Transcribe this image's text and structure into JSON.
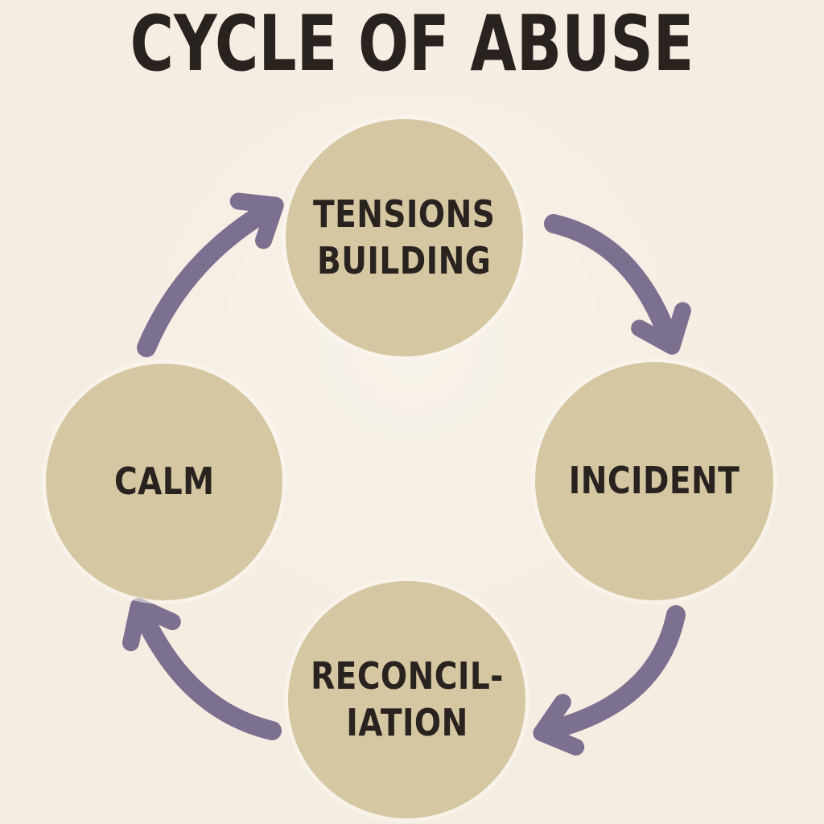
{
  "title": "CYCLE OF ABUSE",
  "diagram": {
    "type": "cycle",
    "direction": "clockwise",
    "nodes": [
      {
        "id": "tensions-building",
        "label": "TENSIONS BUILDING",
        "lines": [
          "TENSIONS",
          "BUILDING"
        ],
        "position": "top"
      },
      {
        "id": "incident",
        "label": "INCIDENT",
        "lines": [
          "INCIDENT"
        ],
        "position": "right"
      },
      {
        "id": "reconciliation",
        "label": "RECONCILIATION",
        "lines": [
          "RECONCIL-",
          "IATION"
        ],
        "position": "bottom"
      },
      {
        "id": "calm",
        "label": "CALM",
        "lines": [
          "CALM"
        ],
        "position": "left"
      }
    ],
    "edges": [
      {
        "from": "calm",
        "to": "tensions-building"
      },
      {
        "from": "tensions-building",
        "to": "incident"
      },
      {
        "from": "incident",
        "to": "reconciliation"
      },
      {
        "from": "reconciliation",
        "to": "calm"
      }
    ]
  },
  "colors": {
    "background": "#f4ede1",
    "node_fill": "#d6c7a3",
    "arrow": "#7b7090",
    "text": "#29231f"
  }
}
